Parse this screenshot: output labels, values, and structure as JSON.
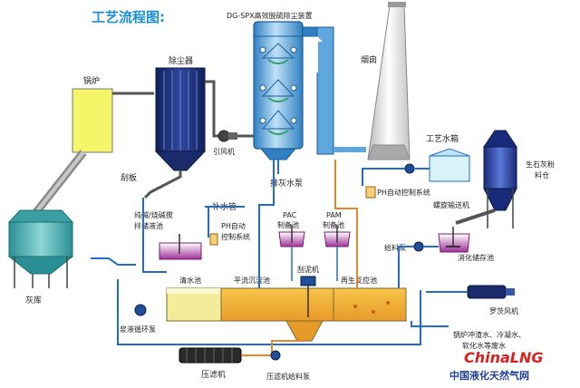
{
  "title": "工艺流程图:",
  "labels": {
    "tower": "DG-SPX高效脱硫除尘装置",
    "boiler": "锅炉",
    "dust_collector": "除尘器",
    "chimney": "烟囱",
    "fan": "引风机",
    "scraper": "刮板",
    "ash_pump": "排灰水泵",
    "water_tank": "工艺水箱",
    "lime_silo": "生石灰粉料仓",
    "ph_control_main": "PH自动控制系统",
    "make_up_pipe": "补水管",
    "alkali_tank": "纯碱/烧碱搅拌储液池",
    "ph_control_small": "PH自动控制系统",
    "pac": "PAC制备池",
    "pam": "PAM制备池",
    "screw_conveyor": "螺旋输送机",
    "feed_pump": "给料泵",
    "lime_tank": "消化储存池",
    "ash_store": "灰库",
    "mud_scraper": "刮泥机",
    "clear_pool": "清水池",
    "sedimentation": "平流沉淀池",
    "regen_pool": "再生反应池",
    "roots_blower": "罗茨风机",
    "slurry_pump": "浆液循环泵",
    "filter_press": "压滤机",
    "press_feed_pump": "压滤机给料泵",
    "waste_water": "锅炉冲渣水、冷凝水、软化水等废水"
  },
  "watermark": {
    "brand": "ChinaLNG",
    "subtitle": "中国液化天然气网"
  },
  "colors": {
    "title_blue": "#1a8fd6",
    "tower_blue": "#3d8fd0",
    "pipe_blue": "#1f6fc8",
    "pipe_orange": "#e8862a",
    "yellow_water": "#f1e26b",
    "brand_red": "#d92020"
  }
}
